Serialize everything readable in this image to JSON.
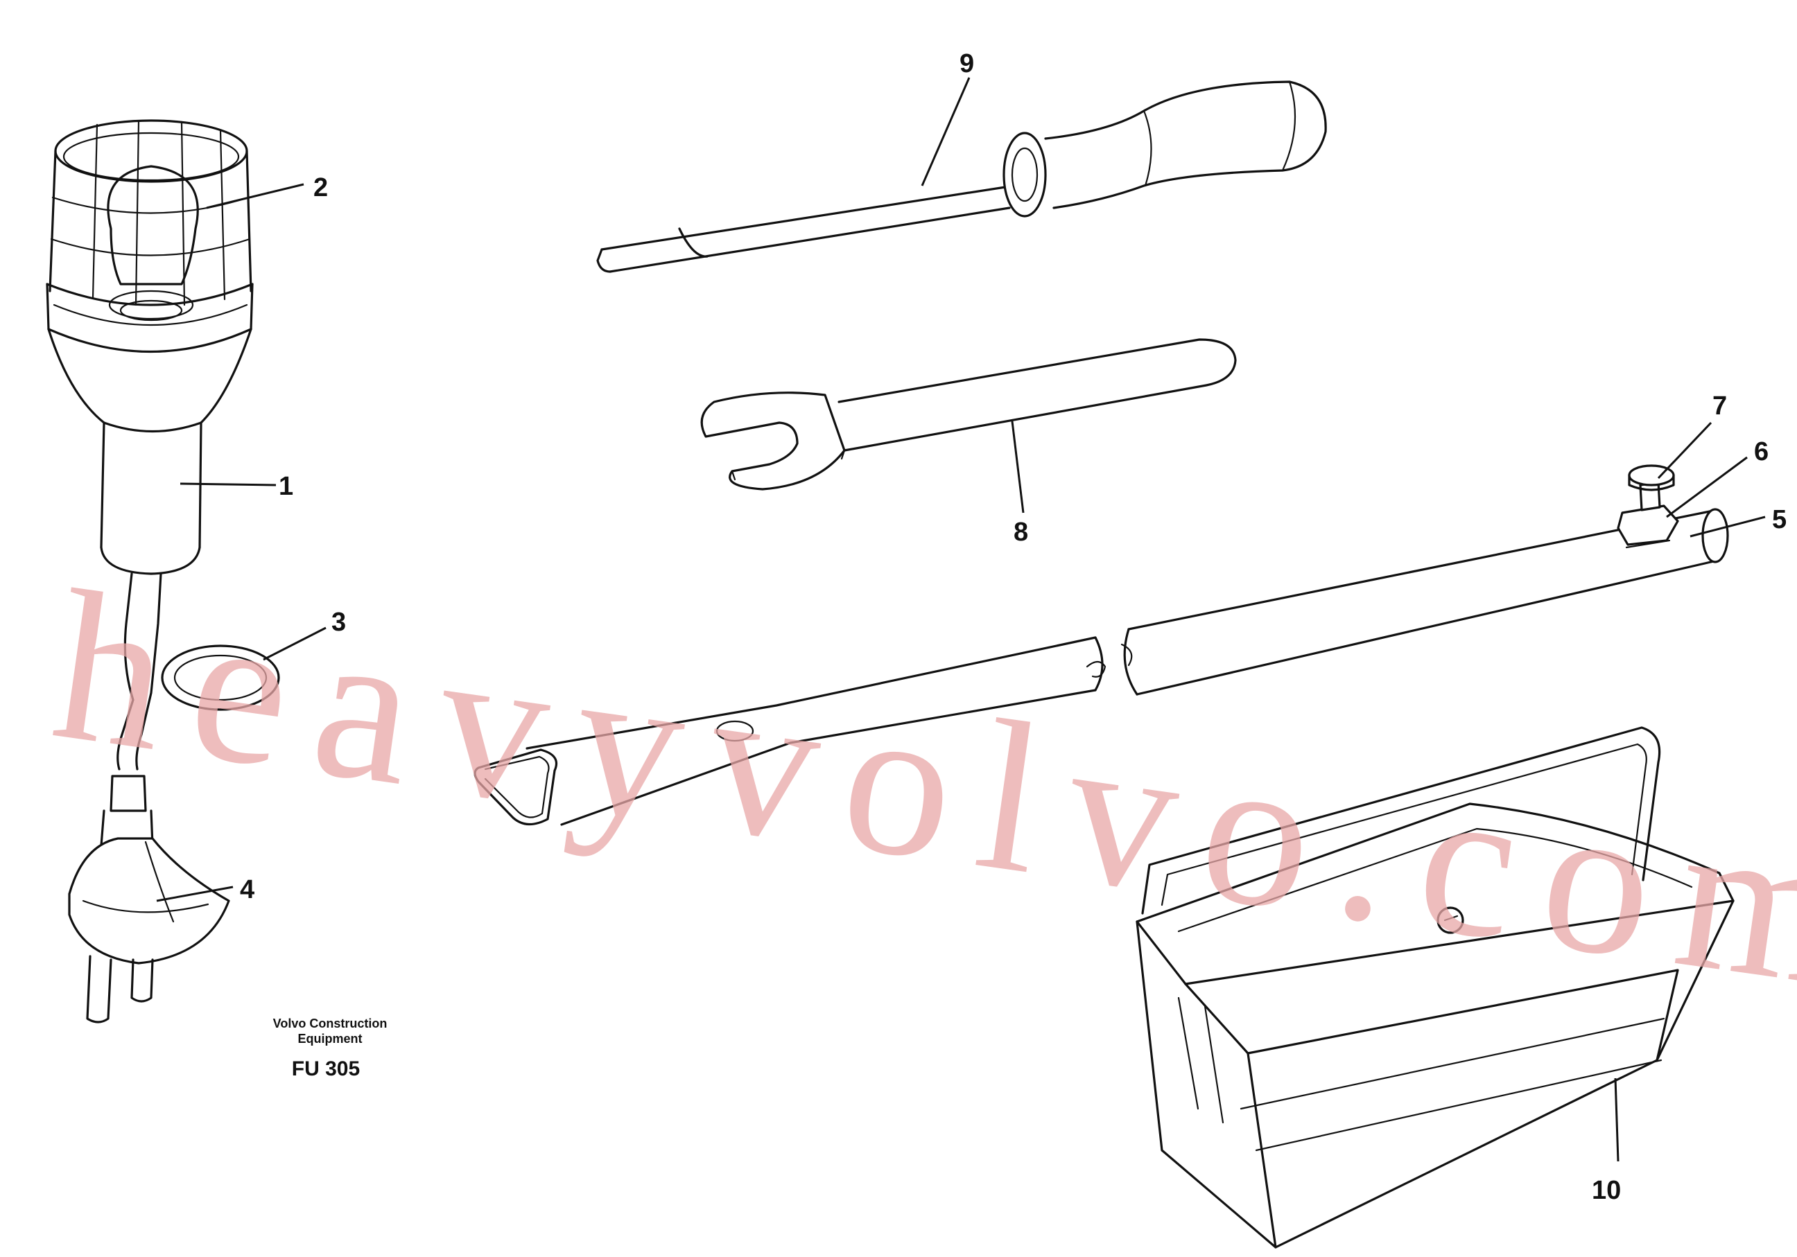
{
  "callouts": [
    {
      "id": "1",
      "label": "1",
      "part": "lamp-handle"
    },
    {
      "id": "2",
      "label": "2",
      "part": "bulb"
    },
    {
      "id": "3",
      "label": "3",
      "part": "cable-ring"
    },
    {
      "id": "4",
      "label": "4",
      "part": "plug"
    },
    {
      "id": "5",
      "label": "5",
      "part": "tube-bar"
    },
    {
      "id": "6",
      "label": "6",
      "part": "nut"
    },
    {
      "id": "7",
      "label": "7",
      "part": "screw"
    },
    {
      "id": "8",
      "label": "8",
      "part": "spanner"
    },
    {
      "id": "9",
      "label": "9",
      "part": "screwdriver"
    },
    {
      "id": "10",
      "label": "10",
      "part": "toolbox"
    }
  ],
  "caption": {
    "maker_line1": "Volvo Construction",
    "maker_line2": "Equipment",
    "code": "FU 305"
  },
  "watermark": {
    "text": "heavyvolvo.com",
    "color": "#e8a7a7"
  },
  "colors": {
    "line": "#111111",
    "background": "#ffffff"
  }
}
